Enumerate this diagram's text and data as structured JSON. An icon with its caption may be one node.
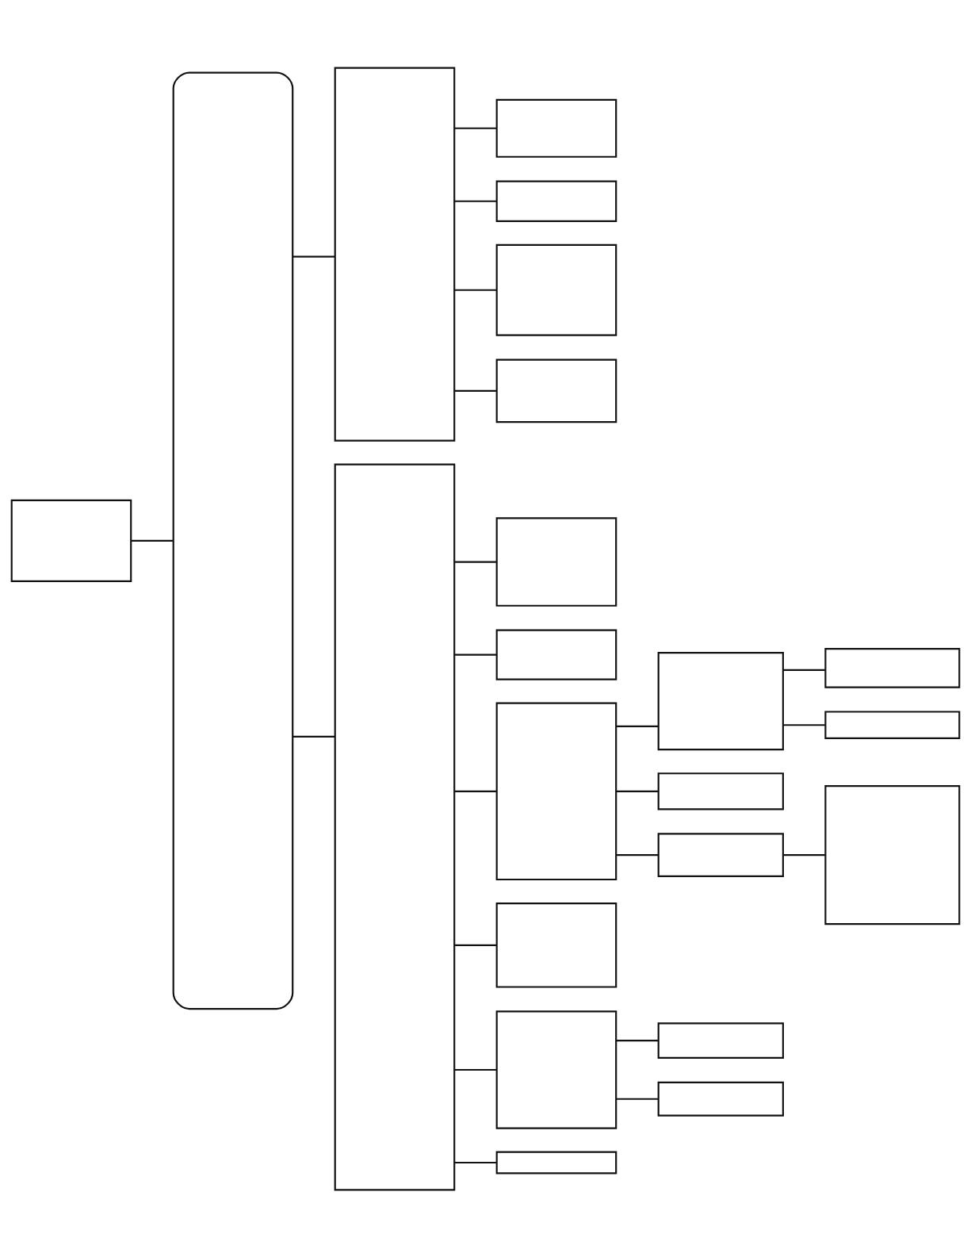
{
  "diagram": {
    "nodes": [
      {
        "text": [],
        "shape": "box"
      },
      {
        "text": [],
        "shape": "bar"
      },
      {
        "text": [],
        "shape": "box"
      },
      {
        "text": [],
        "shape": "box"
      },
      {
        "text": [],
        "shape": "box"
      },
      {
        "text": [],
        "shape": "box"
      },
      {
        "text": [],
        "shape": "box"
      },
      {
        "text": [],
        "shape": "box"
      },
      {
        "text": [],
        "shape": "box"
      },
      {
        "text": [],
        "shape": "box"
      },
      {
        "text": [],
        "shape": "box"
      },
      {
        "text": [],
        "shape": "box"
      },
      {
        "text": [],
        "shape": "box"
      },
      {
        "text": [],
        "shape": "box"
      },
      {
        "text": [],
        "shape": "box"
      },
      {
        "text": [],
        "shape": "box"
      },
      {
        "text": [],
        "shape": "box"
      },
      {
        "text": [],
        "shape": "box"
      },
      {
        "text": [],
        "shape": "box"
      },
      {
        "text": [],
        "shape": "box"
      },
      {
        "text": [],
        "shape": "box"
      },
      {
        "text": [],
        "shape": "box"
      }
    ],
    "edges": [
      {
        "from": 0,
        "to": 1,
        "arrow": "none"
      },
      {
        "from": 1,
        "to": 2,
        "arrow": "none"
      },
      {
        "from": 1,
        "to": 7,
        "arrow": "none"
      },
      {
        "from": 2,
        "to": 3,
        "arrow": "none"
      },
      {
        "from": 2,
        "to": 4,
        "arrow": "none"
      },
      {
        "from": 2,
        "to": 5,
        "arrow": "none"
      },
      {
        "from": 2,
        "to": 6,
        "arrow": "none"
      },
      {
        "from": 7,
        "to": 8,
        "arrow": "none"
      },
      {
        "from": 7,
        "to": 9,
        "arrow": "none"
      },
      {
        "from": 7,
        "to": 10,
        "arrow": "none"
      },
      {
        "from": 7,
        "to": 17,
        "arrow": "none"
      },
      {
        "from": 7,
        "to": 18,
        "arrow": "none"
      },
      {
        "from": 7,
        "to": 21,
        "arrow": "none"
      },
      {
        "from": 10,
        "to": 11,
        "arrow": "none"
      },
      {
        "from": 10,
        "to": 14,
        "arrow": "none"
      },
      {
        "from": 10,
        "to": 15,
        "arrow": "none"
      },
      {
        "from": 11,
        "to": 12,
        "arrow": "none"
      },
      {
        "from": 11,
        "to": 13,
        "arrow": "none"
      },
      {
        "from": 15,
        "to": 16,
        "arrow": "none"
      },
      {
        "from": 18,
        "to": 19,
        "arrow": "none"
      },
      {
        "from": 18,
        "to": 20,
        "arrow": "none"
      }
    ]
  }
}
